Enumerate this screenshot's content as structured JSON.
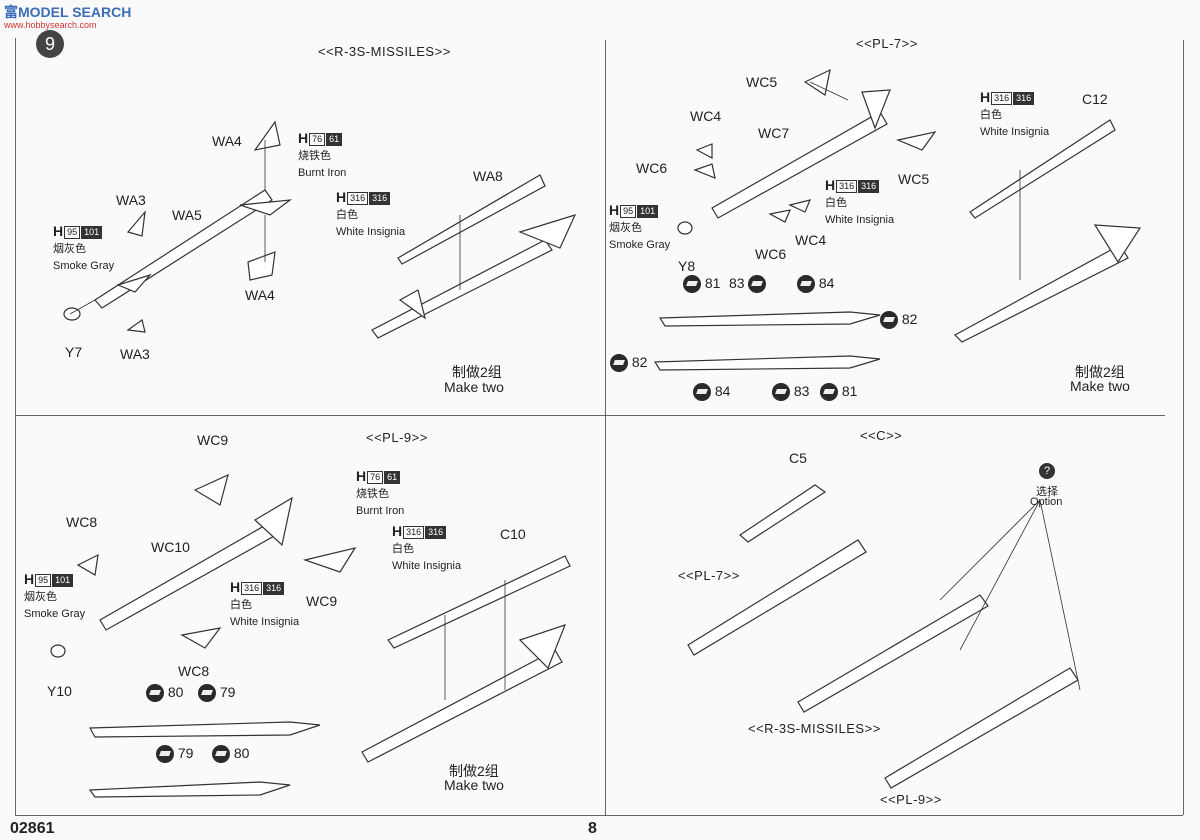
{
  "header": {
    "site_logo": "富MODEL SEARCH",
    "site_url": "www.hobbysearch.com",
    "step_number": "9"
  },
  "footer": {
    "kit_number": "02861",
    "page_number": "8"
  },
  "panels": {
    "r3s": {
      "title": "<<R-3S-MISSILES>>",
      "parts": [
        "WA4",
        "WA3",
        "WA5",
        "WA4",
        "WA3",
        "Y7",
        "WA8"
      ],
      "paint_burnt": {
        "h": "H",
        "code1": "76",
        "code2": "61",
        "cn": "烧铁色",
        "en": "Burnt Iron"
      },
      "paint_smoke": {
        "h": "H",
        "code1": "95",
        "code2": "101",
        "cn": "烟灰色",
        "en": "Smoke Gray"
      },
      "paint_white": {
        "h": "H",
        "code1": "316",
        "code2": "316",
        "cn": "白色",
        "en": "White Insignia"
      },
      "make_cn": "制做2组",
      "make_en": "Make two"
    },
    "pl7": {
      "title": "<<PL-7>>",
      "parts": [
        "WC5",
        "WC4",
        "WC7",
        "WC6",
        "WC5",
        "WC4",
        "WC6",
        "Y8",
        "C12"
      ],
      "paint_white": {
        "h": "H",
        "code1": "316",
        "code2": "316",
        "cn": "白色",
        "en": "White Insignia"
      },
      "paint_smoke": {
        "h": "H",
        "code1": "95",
        "code2": "101",
        "cn": "烟灰色",
        "en": "Smoke Gray"
      },
      "paint_white2": {
        "h": "H",
        "code1": "316",
        "code2": "316",
        "cn": "白色",
        "en": "White Insignia"
      },
      "decals_top": [
        "81",
        "83",
        "84",
        "82"
      ],
      "decals_bottom": [
        "82",
        "84",
        "83",
        "81"
      ],
      "make_cn": "制做2组",
      "make_en": "Make two"
    },
    "pl9": {
      "title": "<<PL-9>>",
      "parts": [
        "WC9",
        "WC8",
        "WC10",
        "WC9",
        "WC8",
        "Y10",
        "C10"
      ],
      "paint_burnt": {
        "h": "H",
        "code1": "76",
        "code2": "61",
        "cn": "烧铁色",
        "en": "Burnt Iron"
      },
      "paint_smoke": {
        "h": "H",
        "code1": "95",
        "code2": "101",
        "cn": "烟灰色",
        "en": "Smoke Gray"
      },
      "paint_white": {
        "h": "H",
        "code1": "316",
        "code2": "316",
        "cn": "白色",
        "en": "White Insignia"
      },
      "paint_white2": {
        "h": "H",
        "code1": "316",
        "code2": "316",
        "cn": "白色",
        "en": "White Insignia"
      },
      "decals_top": [
        "80",
        "79"
      ],
      "decals_bottom": [
        "79",
        "80"
      ],
      "make_cn": "制做2组",
      "make_en": "Make two"
    },
    "c": {
      "title": "<<C>>",
      "part": "C5",
      "option_icon": "?",
      "option_cn": "选择",
      "option_en": "Option",
      "label_pl7": "<<PL-7>>",
      "label_r3s": "<<R-3S-MISSILES>>",
      "label_pl9": "<<PL-9>>"
    }
  }
}
